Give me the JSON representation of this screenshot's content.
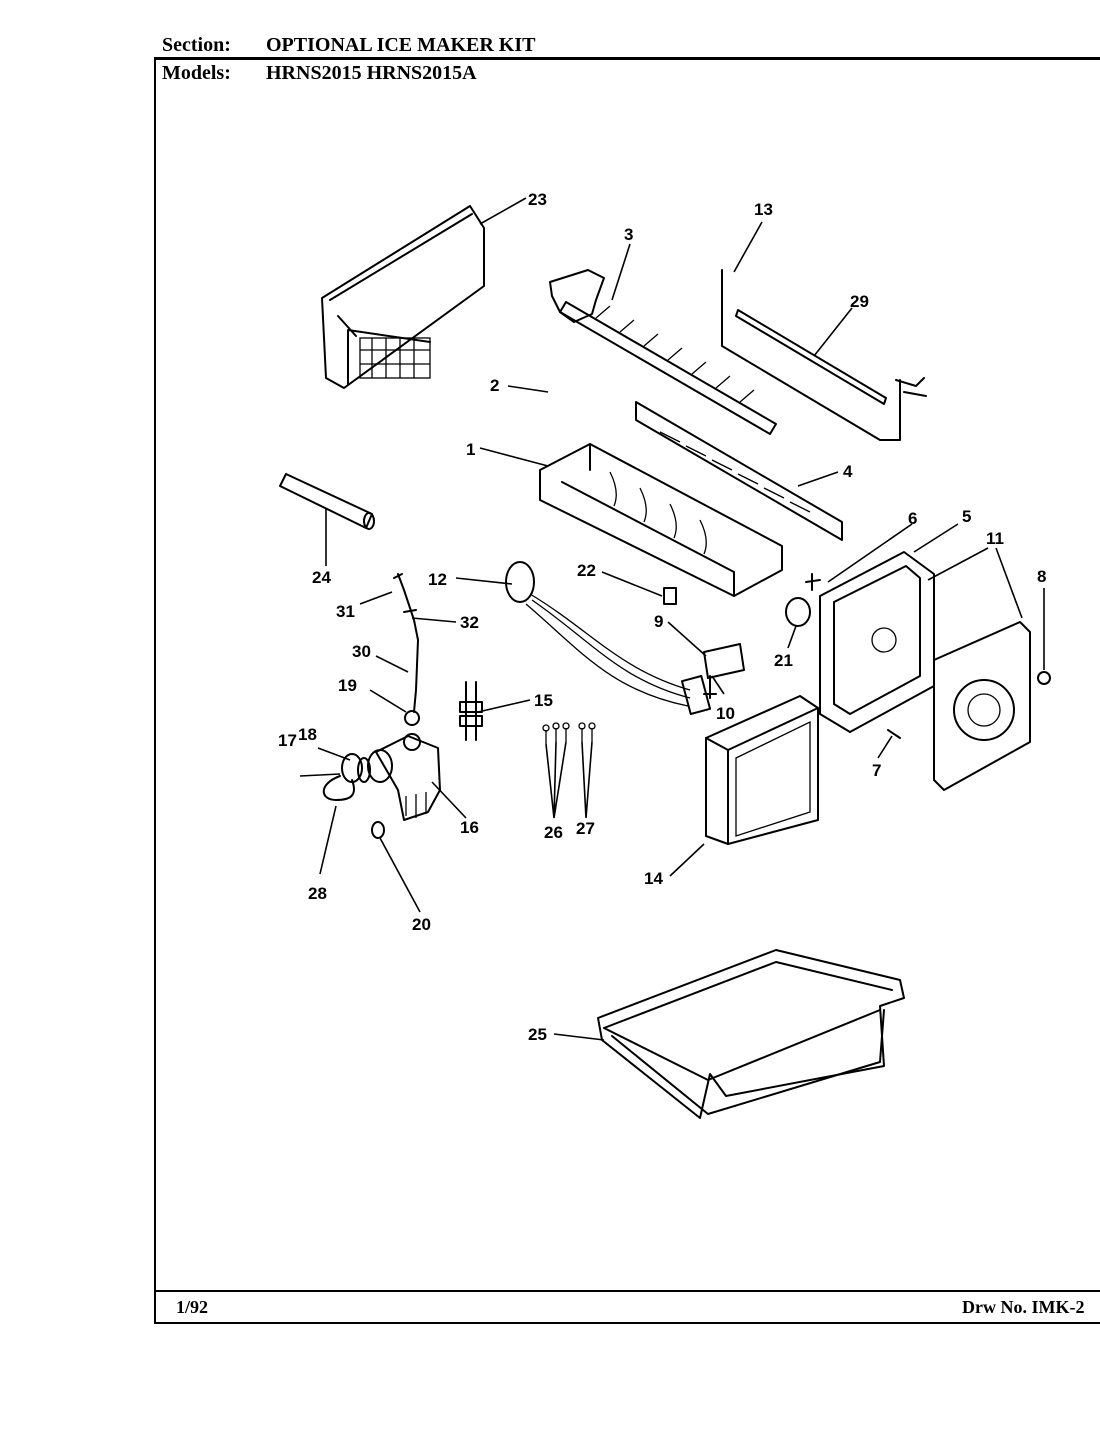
{
  "header": {
    "section_label": "Section:",
    "section_value": "OPTIONAL ICE MAKER KIT",
    "models_label": "Models:",
    "models_value": "HRNS2015  HRNS2015A"
  },
  "footer": {
    "date": "1/92",
    "drawing_number": "Drw No. IMK-2"
  },
  "callouts": [
    "1",
    "2",
    "3",
    "4",
    "5",
    "6",
    "7",
    "8",
    "9",
    "10",
    "11",
    "12",
    "13",
    "14",
    "15",
    "16",
    "17",
    "18",
    "19",
    "20",
    "21",
    "22",
    "23",
    "24",
    "25",
    "26",
    "27",
    "28",
    "29",
    "30",
    "31",
    "32"
  ]
}
